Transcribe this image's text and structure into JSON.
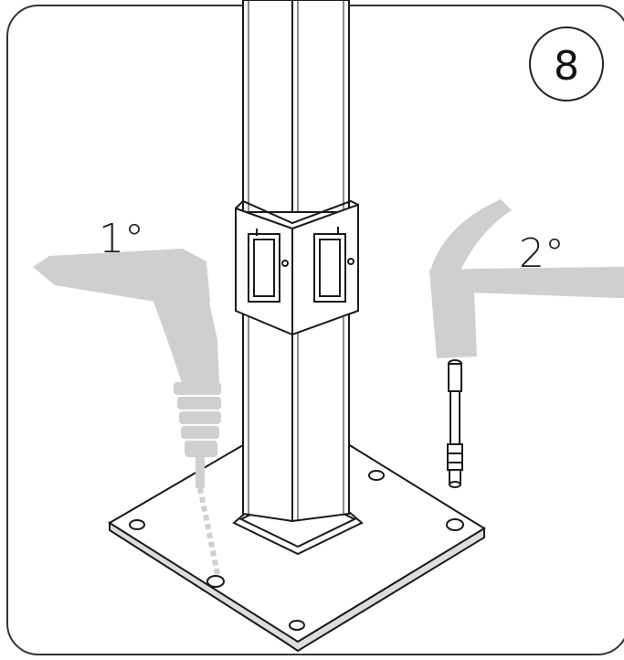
{
  "step": {
    "number": "8"
  },
  "labels": {
    "first": "1°",
    "second": "2°"
  },
  "icons": [
    "drill-icon",
    "hammer-icon",
    "anchor-bolt-icon",
    "post-icon",
    "base-plate-icon",
    "bracket-icon"
  ],
  "colors": {
    "tool_gray": "#cfcfcf",
    "line": "#1a1a1a",
    "frame": "#333333",
    "plate": "#ffffff"
  }
}
